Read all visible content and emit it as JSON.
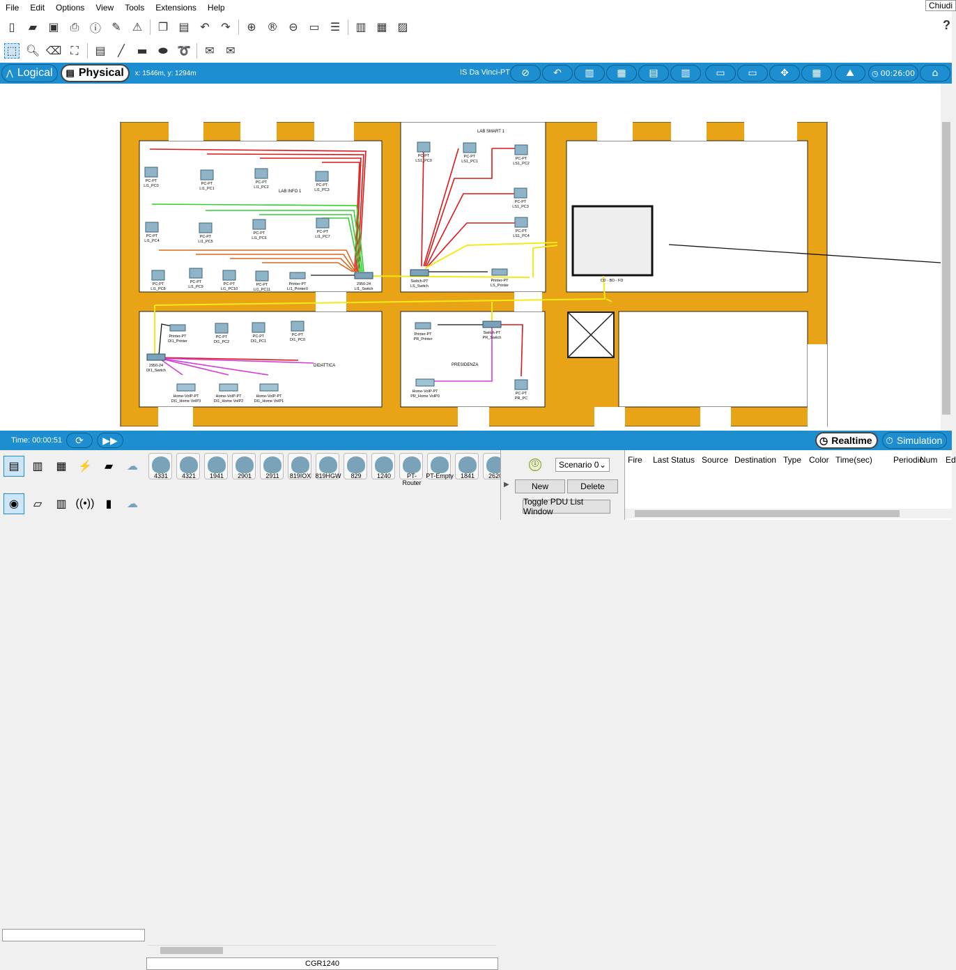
{
  "menu": [
    "File",
    "Edit",
    "Options",
    "View",
    "Tools",
    "Extensions",
    "Help"
  ],
  "close_tooltip": "Chiudi",
  "mode_tabs": {
    "logical": "Logical",
    "physical": "Physical"
  },
  "coords": "x: 1546m, y: 1294m",
  "site": "IS Da Vinci-PT",
  "clock": "00:26:00",
  "time_label": "Time: 00:00:51",
  "realtime": "Realtime",
  "simulation": "Simulation",
  "device_models": [
    "4331",
    "4321",
    "1941",
    "2901",
    "2911",
    "819IOX",
    "819HGW",
    "829",
    "1240",
    "PT-Router",
    "PT-Empty",
    "1841",
    "2620"
  ],
  "selected_device": "CGR1240",
  "pdu": {
    "scenario": "Scenario 0",
    "new": "New",
    "delete": "Delete",
    "toggle": "Toggle PDU List Window"
  },
  "pdu_columns": [
    "Fire",
    "Last Status",
    "Source",
    "Destination",
    "Type",
    "Color",
    "Time(sec)",
    "Periodic",
    "Num",
    "Ed"
  ],
  "rooms": {
    "lab_info1": "LAB INFO 1",
    "lab_smart1": "LAB SMART 1",
    "didattica": "DIDATTICA",
    "presidenza": "PRESIDENZA"
  },
  "devices": [
    {
      "name": "LI1_PC0",
      "type": "PC-PT"
    },
    {
      "name": "LI1_PC1",
      "type": "PC-PT"
    },
    {
      "name": "LI1_PC2",
      "type": "PC-PT"
    },
    {
      "name": "LI1_PC3",
      "type": "PC-PT"
    },
    {
      "name": "LI1_PC4",
      "type": "PC-PT"
    },
    {
      "name": "LI1_PC5",
      "type": "PC-PT"
    },
    {
      "name": "LI1_PC6",
      "type": "PC-PT"
    },
    {
      "name": "LI1_PC7",
      "type": "PC-PT"
    },
    {
      "name": "LI1_PC8",
      "type": "PC-PT"
    },
    {
      "name": "LI1_PC9",
      "type": "PC-PT"
    },
    {
      "name": "LI1_PC10",
      "type": "PC-PT"
    },
    {
      "name": "LI1_PC11",
      "type": "PC-PT"
    },
    {
      "name": "LI1_Printer0",
      "type": "Printer-PT"
    },
    {
      "name": "LI1_Switch",
      "type": "2950-24"
    },
    {
      "name": "LS1_PC0",
      "type": "PC-PT"
    },
    {
      "name": "LS1_PC1",
      "type": "PC-PT"
    },
    {
      "name": "LS1_PC2",
      "type": "PC-PT"
    },
    {
      "name": "LS1_PC3",
      "type": "PC-PT"
    },
    {
      "name": "LS1_PC4",
      "type": "PC-PT"
    },
    {
      "name": "LS_Switch",
      "type": "Switch-PT"
    },
    {
      "name": "LS_Printer",
      "type": "Printer-PT"
    },
    {
      "name": "DI1_Printer",
      "type": "Printer-PT"
    },
    {
      "name": "DI1_PC2",
      "type": "PC-PT"
    },
    {
      "name": "DI1_PC1",
      "type": "PC-PT"
    },
    {
      "name": "DI1_PC0",
      "type": "PC-PT"
    },
    {
      "name": "DI1_Switch",
      "type": "2950-24"
    },
    {
      "name": "DI1_Home VoIP3",
      "type": "Home-VoIP-PT"
    },
    {
      "name": "DI1_Home VoIP2",
      "type": "Home-VoIP-PT"
    },
    {
      "name": "DI1_Home VoIP1",
      "type": "Home-VoIP-PT"
    },
    {
      "name": "PR_Printer",
      "type": "Printer-PT"
    },
    {
      "name": "PR_Switch",
      "type": "Switch-PT"
    },
    {
      "name": "PR_Home VoIP0",
      "type": "Home-VoIP-PT"
    },
    {
      "name": "PR_PC",
      "type": "PC-PT"
    },
    {
      "name": "CD - BD - FD",
      "type": ""
    }
  ],
  "colors": {
    "wall": "#e8a317",
    "accent_blue": "#1d8fd1",
    "cable_red": "#e01515",
    "cable_green": "#2ed12e",
    "cable_orange": "#d9661e",
    "cable_yellow": "#f4ea1a",
    "cable_magenta": "#d63bd6"
  }
}
